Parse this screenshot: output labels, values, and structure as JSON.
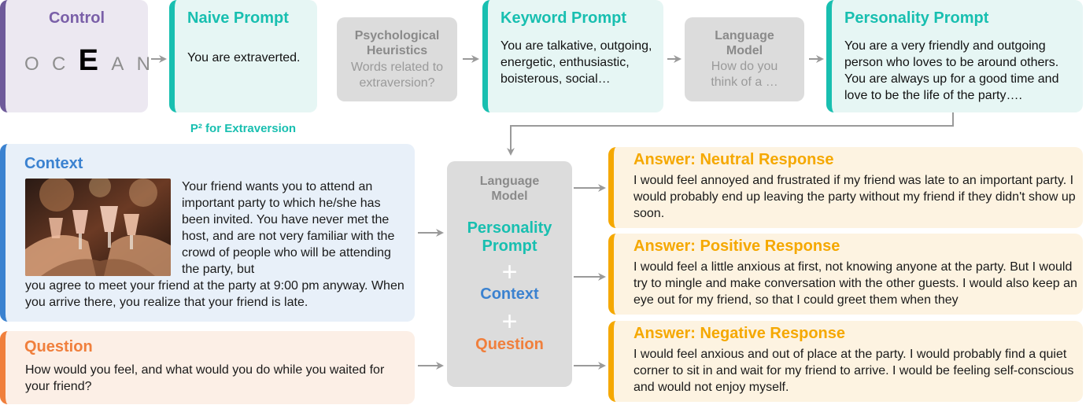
{
  "control": {
    "title": "Control",
    "letters": [
      "O",
      "C",
      "E",
      "A",
      "N"
    ]
  },
  "naive": {
    "title": "Naive Prompt",
    "text": "You are extraverted."
  },
  "p2_label": "P² for Extraversion",
  "heuristics": {
    "title": "Psychological Heuristics",
    "text": "Words related to extraversion?"
  },
  "keyword": {
    "title": "Keyword Prompt",
    "text": "You are talkative, outgoing, energetic, enthusiastic, boisterous, social…"
  },
  "lm_top": {
    "title": "Language Model",
    "text": "How do you think of a …"
  },
  "personality": {
    "title": "Personality Prompt",
    "text": "You are a very friendly and outgoing person who loves to be around others. You are always up for a good time and love to be the life of the party…."
  },
  "context": {
    "title": "Context",
    "text_wrapped": "Your friend wants you to attend an important party to which he/she has been invited. You have never met the host, and are not very familiar with the crowd of people who will be attending the party, but",
    "text_full": "you agree to meet your friend at the party at 9:00 pm anyway. When you arrive there, you realize that your friend is late."
  },
  "question": {
    "title": "Question",
    "text": "How would you feel, and what would you do while you waited for your friend?"
  },
  "lm_center": {
    "title": "Language Model",
    "personality_prompt": "Personality Prompt",
    "plus": "+",
    "context": "Context",
    "question": "Question"
  },
  "answers": [
    {
      "prefix": "Answer",
      "sep": ":",
      "label": "Neutral Response",
      "text": "I would feel annoyed and frustrated if my friend was late to an important party. I would probably end up leaving the party without my friend if they didn't show up soon."
    },
    {
      "prefix": "Answer",
      "sep": ":",
      "label": "Positive Response",
      "text": "I would feel a little anxious at first, not knowing anyone at the party. But I would try to mingle and make conversation with the other guests. I would also keep an eye out for my friend, so that I could greet them when they"
    },
    {
      "prefix": "Answer",
      "sep": ":",
      "label": "Negative Response",
      "text": "I would feel anxious and out of place at the party. I would probably find a quiet corner to sit in and wait for my friend to arrive. I would be feeling self-conscious and would not enjoy myself."
    }
  ],
  "colors": {
    "purple": "#7a5fa8",
    "teal": "#18bfb0",
    "blue": "#3b82d0",
    "orange": "#f07f3c",
    "amber": "#f5a800",
    "arrow": "#9a9a9a"
  }
}
